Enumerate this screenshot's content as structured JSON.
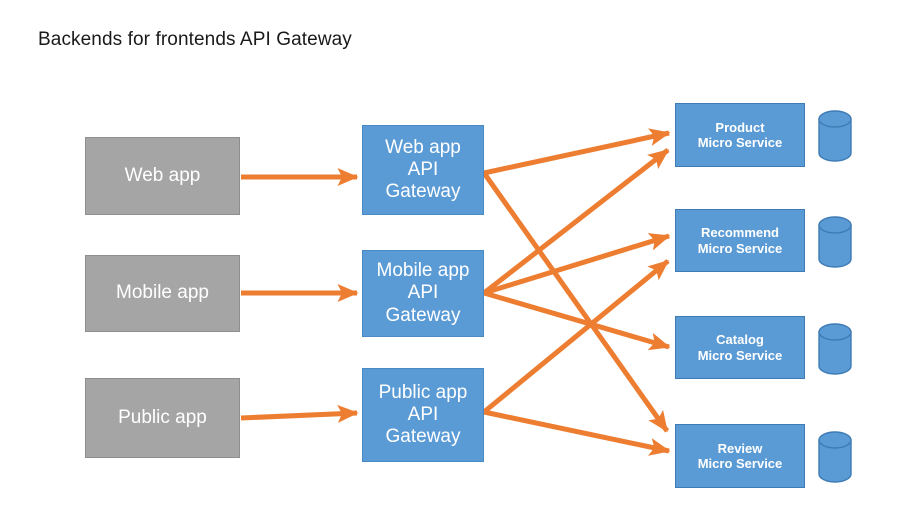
{
  "title": "Backends for frontends API Gateway",
  "theme": {
    "background": "#ffffff",
    "client_fill": "#A5A5A5",
    "client_border": "#8E8E8E",
    "gateway_fill": "#5B9BD5",
    "gateway_border": "#4A8AC4",
    "service_fill": "#5B9BD5",
    "service_border": "#3E7BB5",
    "database_fill": "#5B9BD5",
    "database_border": "#3E7BB5",
    "arrow_color": "#ED7D31",
    "node_text": "#ffffff",
    "title_text": "#1a1a1a"
  },
  "clients": [
    {
      "id": "web-app",
      "label": "Web app"
    },
    {
      "id": "mobile-app",
      "label": "Mobile app"
    },
    {
      "id": "public-app",
      "label": "Public app"
    }
  ],
  "gateways": [
    {
      "id": "web-app-api-gateway",
      "label": "Web app\nAPI\nGateway"
    },
    {
      "id": "mobile-app-api-gateway",
      "label": "Mobile app\nAPI\nGateway"
    },
    {
      "id": "public-app-api-gateway",
      "label": "Public app\nAPI\nGateway"
    }
  ],
  "services": [
    {
      "id": "product-micro-service",
      "label": "Product\nMicro Service",
      "database_label": "database-cylinder"
    },
    {
      "id": "recommend-micro-service",
      "label": "Recommend\nMicro Service",
      "database_label": "database-cylinder"
    },
    {
      "id": "catalog-micro-service",
      "label": "Catalog\nMicro Service",
      "database_label": "database-cylinder"
    },
    {
      "id": "review-micro-service",
      "label": "Review\nMicro Service",
      "database_label": "database-cylinder"
    }
  ],
  "connections": [
    {
      "from": "web-app",
      "to": "web-app-api-gateway"
    },
    {
      "from": "mobile-app",
      "to": "mobile-app-api-gateway"
    },
    {
      "from": "public-app",
      "to": "public-app-api-gateway"
    },
    {
      "from": "web-app-api-gateway",
      "to": "product-micro-service"
    },
    {
      "from": "web-app-api-gateway",
      "to": "review-micro-service"
    },
    {
      "from": "mobile-app-api-gateway",
      "to": "product-micro-service"
    },
    {
      "from": "mobile-app-api-gateway",
      "to": "recommend-micro-service"
    },
    {
      "from": "mobile-app-api-gateway",
      "to": "catalog-micro-service"
    },
    {
      "from": "public-app-api-gateway",
      "to": "recommend-micro-service"
    },
    {
      "from": "public-app-api-gateway",
      "to": "review-micro-service"
    }
  ]
}
